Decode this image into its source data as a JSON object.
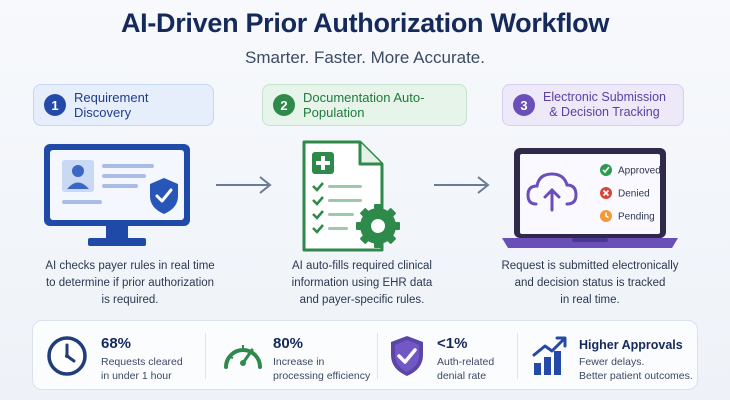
{
  "title": "AI-Driven Prior Authorization Workflow",
  "subtitle": "Smarter. Faster. More Accurate.",
  "steps": [
    {
      "number": "1",
      "label": "Requirement Discovery"
    },
    {
      "number": "2",
      "label": "Documentation Auto-Population"
    },
    {
      "number": "3",
      "label_line1": "Electronic Submission",
      "label_line2": "& Decision Tracking"
    }
  ],
  "descriptions": [
    {
      "line1": "AI checks payer rules in real time",
      "line2": "to determine if prior authorization",
      "line3": "is required."
    },
    {
      "line1": "AI auto-fills required clinical",
      "line2": "information using EHR data",
      "line3": "and payer-specific rules."
    },
    {
      "line1": "Request is submitted electronically",
      "line2": "and decision status is tracked",
      "line3": "in real time."
    }
  ],
  "statuses": [
    {
      "label": "Approved",
      "color": "#2e9a4f"
    },
    {
      "label": "Denied",
      "color": "#d9443a"
    },
    {
      "label": "Pending",
      "color": "#f29a38"
    }
  ],
  "stats": [
    {
      "value": "68%",
      "line1": "Requests cleared",
      "line2": "in under 1 hour",
      "icon": "clock-icon"
    },
    {
      "value": "80%",
      "line1": "Increase in",
      "line2": "processing efficiency",
      "icon": "speedometer-icon"
    },
    {
      "value": "<1%",
      "line1": "Auth-related",
      "line2": "denial rate",
      "icon": "shield-check-icon"
    },
    {
      "value": "Higher Approvals",
      "line1": "Fewer delays.",
      "line2": "Better patient outcomes.",
      "icon": "growth-chart-icon"
    }
  ],
  "colors": {
    "navy": "#15295a",
    "blue": "#234aa8",
    "green": "#2e8a4a",
    "purple": "#6a4fb8"
  }
}
